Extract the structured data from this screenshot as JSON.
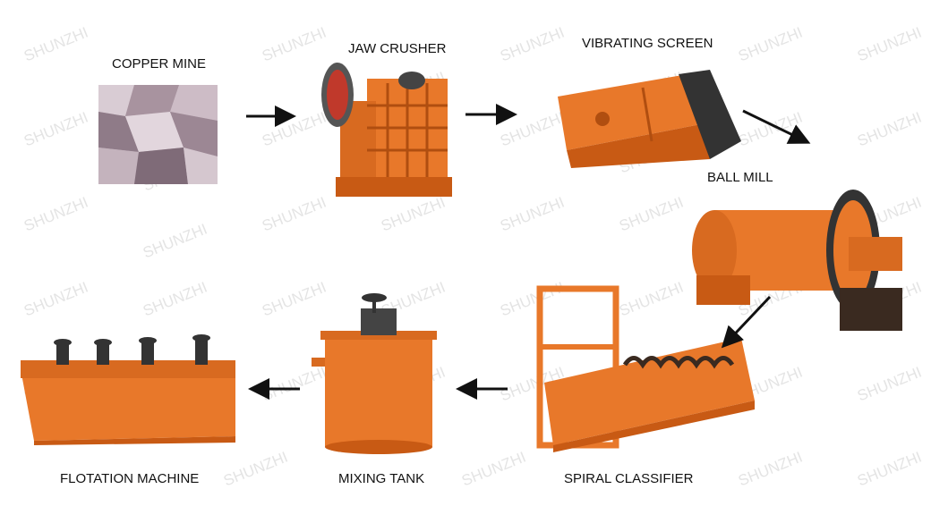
{
  "watermark": "SHUNZHI",
  "colors": {
    "machine": "#e8782a",
    "machine_dark": "#c85a14",
    "arrow": "#111111"
  },
  "steps": [
    {
      "label": "COPPER MINE"
    },
    {
      "label": "JAW CRUSHER"
    },
    {
      "label": "VIBRATING SCREEN"
    },
    {
      "label": "BALL MILL"
    },
    {
      "label": "SPIRAL CLASSIFIER"
    },
    {
      "label": "MIXING TANK"
    },
    {
      "label": "FLOTATION MACHINE"
    }
  ]
}
